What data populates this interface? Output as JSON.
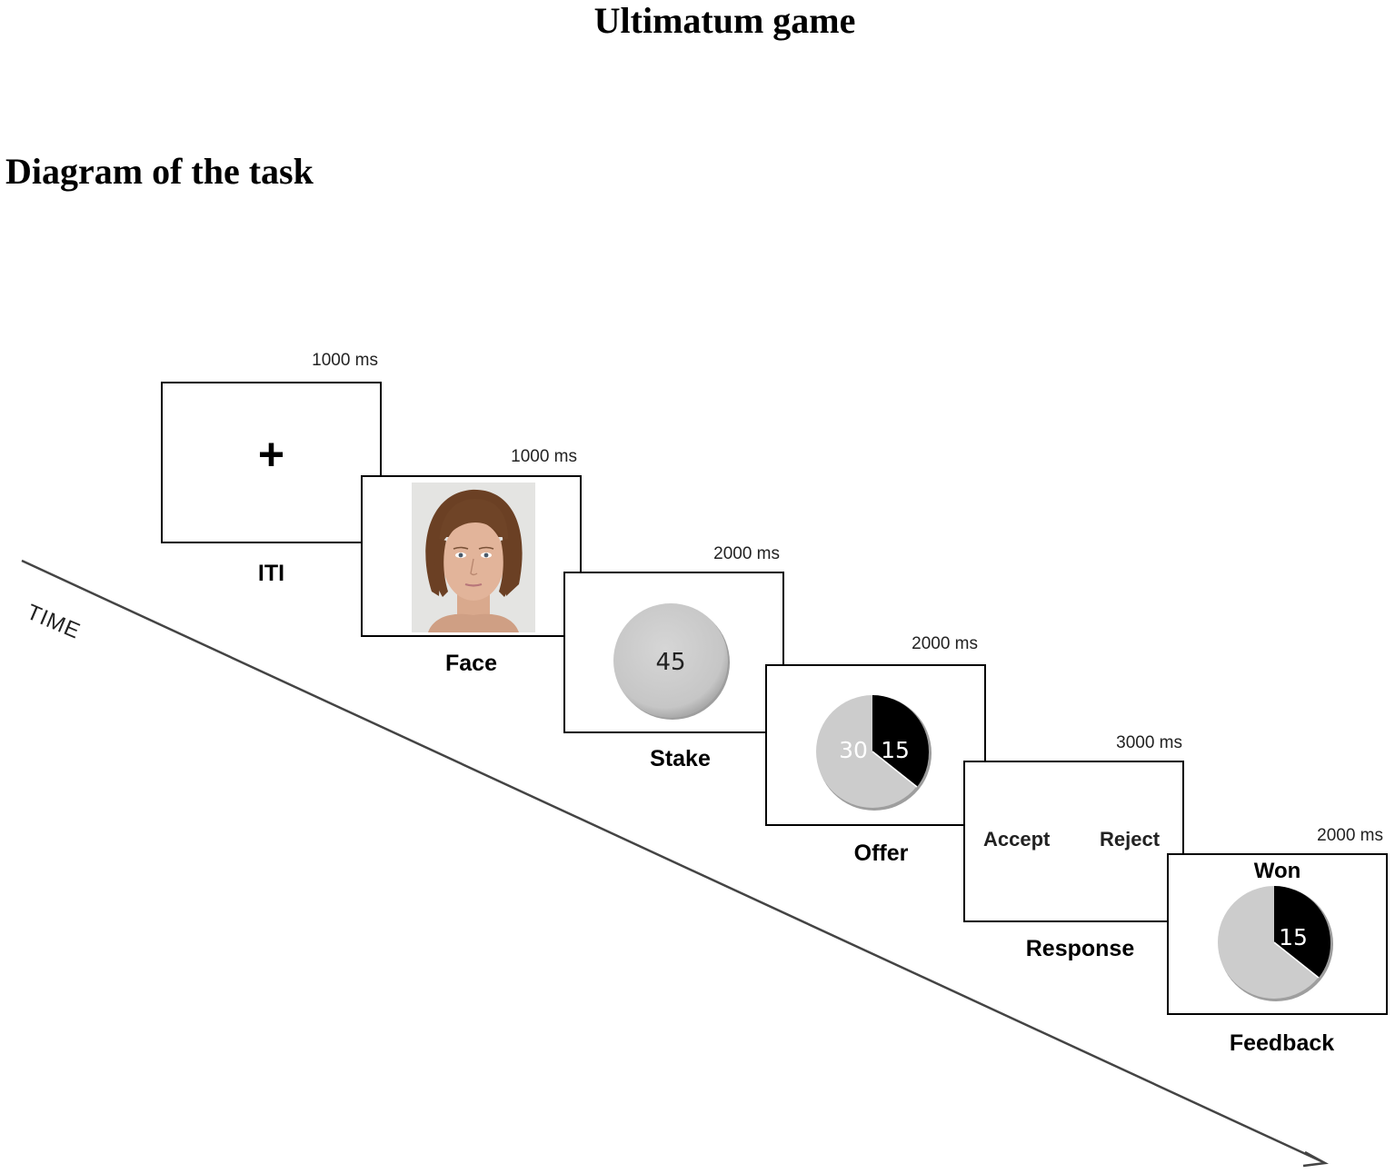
{
  "title": "Ultimatum game",
  "subtitle": "Diagram of the task",
  "time_label": "TIME",
  "stages": [
    {
      "label": "ITI",
      "duration": "1000 ms"
    },
    {
      "label": "Face",
      "duration": "1000 ms"
    },
    {
      "label": "Stake",
      "duration": "2000 ms"
    },
    {
      "label": "Offer",
      "duration": "2000 ms"
    },
    {
      "label": "Response",
      "duration": "3000 ms"
    },
    {
      "label": "Feedback",
      "duration": "2000 ms"
    }
  ],
  "iti": {
    "symbol": "+"
  },
  "face": {
    "image": "face-photo"
  },
  "stake": {
    "value": "45"
  },
  "offer": {
    "self_value": "30",
    "other_value": "15"
  },
  "response": {
    "accept": "Accept",
    "reject": "Reject"
  },
  "feedback": {
    "heading": "Won",
    "value": "15"
  },
  "colors": {
    "pie_light": "#cccccc",
    "pie_dark": "#000000",
    "arrow": "#444444"
  }
}
